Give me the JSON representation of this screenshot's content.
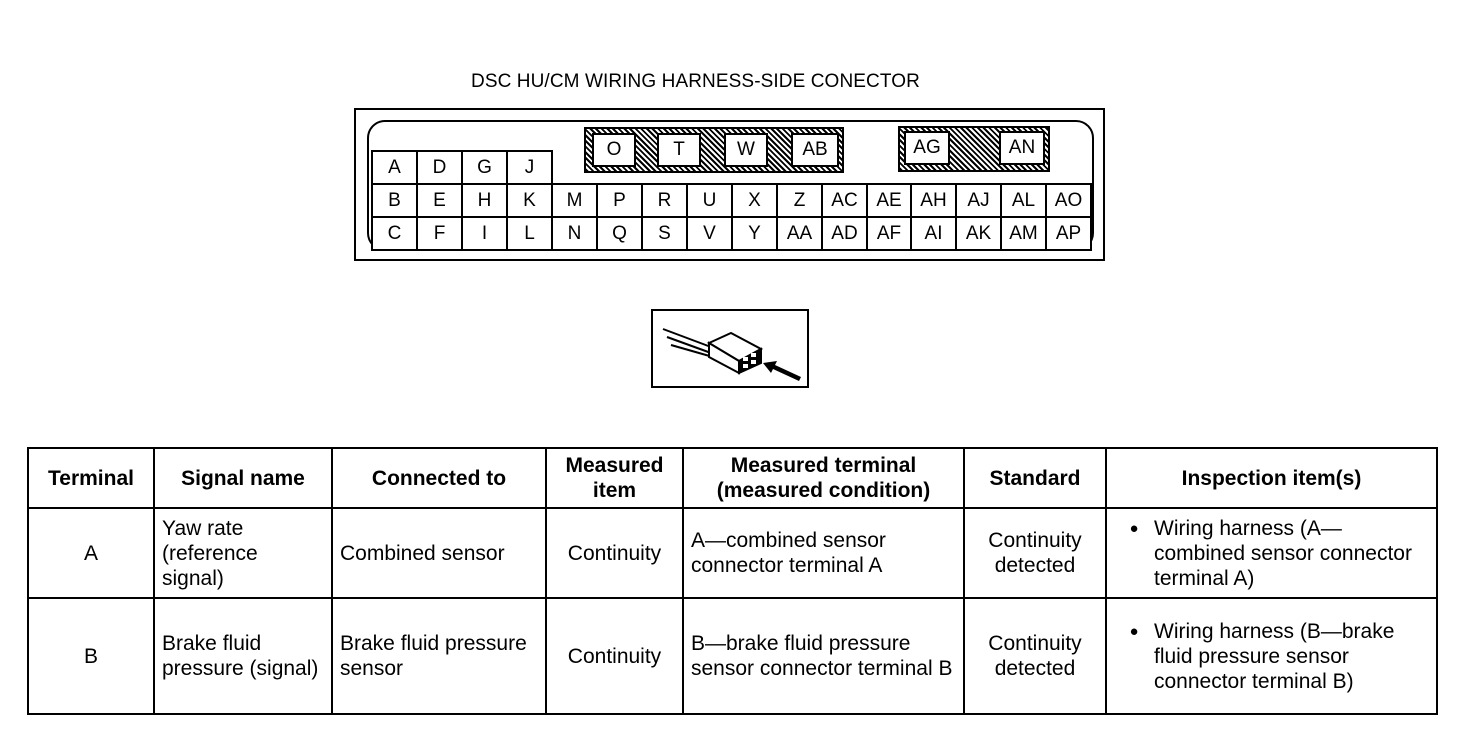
{
  "title": "DSC HU/CM WIRING HARNESS-SIDE CONECTOR",
  "connector": {
    "top_left": [
      "A",
      "D",
      "G",
      "J"
    ],
    "hatch_group_1": [
      "O",
      "T",
      "W",
      "AB"
    ],
    "hatch_group_2": [
      "AG",
      "AN"
    ],
    "row_2": [
      "B",
      "E",
      "H",
      "K",
      "M",
      "P",
      "R",
      "U",
      "X",
      "Z",
      "AC",
      "AE",
      "AH",
      "AJ",
      "AL",
      "AO"
    ],
    "row_3": [
      "C",
      "F",
      "I",
      "L",
      "N",
      "Q",
      "S",
      "V",
      "Y",
      "AA",
      "AD",
      "AF",
      "AI",
      "AK",
      "AM",
      "AP"
    ]
  },
  "icon": "harness-side-connector-view-icon",
  "table": {
    "headers": {
      "terminal": "Terminal",
      "signal_name": "Signal name",
      "connected_to": "Connected to",
      "measured_item": "Measured item",
      "measured_terminal": "Measured terminal (measured condition)",
      "standard": "Standard",
      "inspection": "Inspection item(s)"
    },
    "rows": [
      {
        "terminal": "A",
        "signal_name": "Yaw rate (reference signal)",
        "connected_to": "Combined sensor",
        "measured_item": "Continuity",
        "measured_terminal": "A—combined sensor connector terminal A",
        "standard": "Continuity detected",
        "inspection": "Wiring harness (A—combined sensor connector terminal A)"
      },
      {
        "terminal": "B",
        "signal_name": "Brake fluid pressure (signal)",
        "connected_to": "Brake fluid pressure sensor",
        "measured_item": "Continuity",
        "measured_terminal": "B—brake fluid pressure sensor connector terminal B",
        "standard": "Continuity detected",
        "inspection": "Wiring harness (B—brake fluid pressure sensor connector terminal B)"
      }
    ]
  }
}
